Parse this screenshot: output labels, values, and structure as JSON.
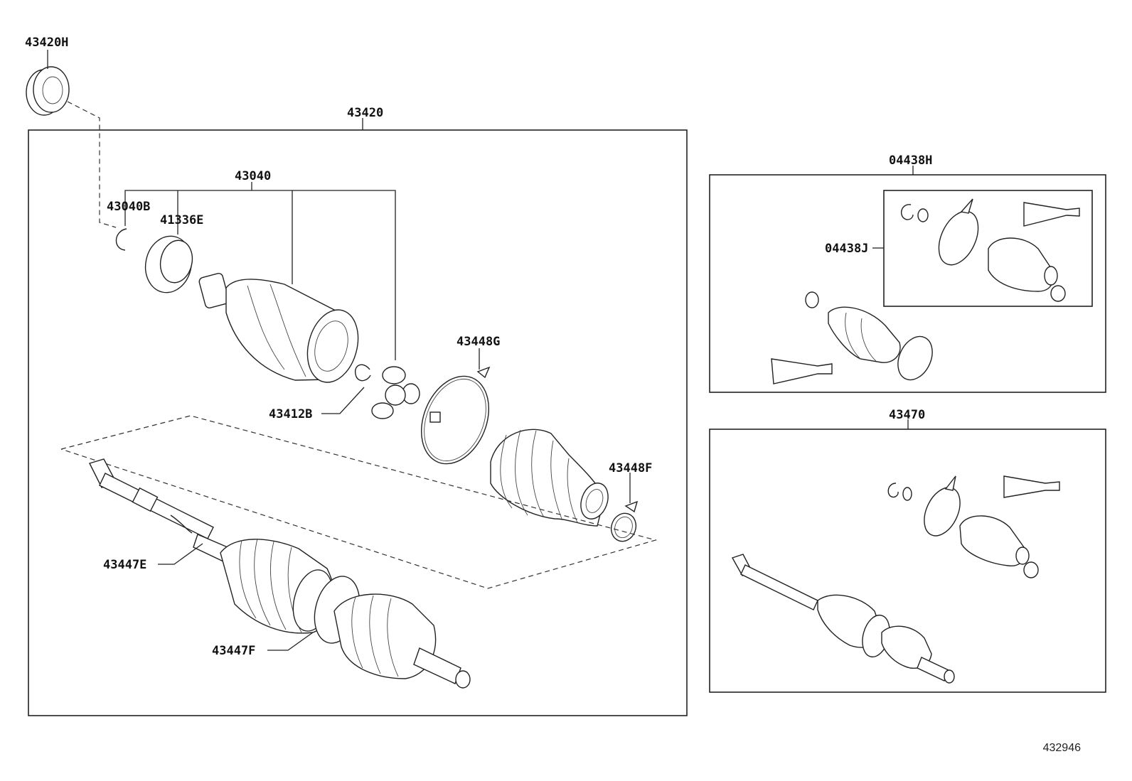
{
  "diagram": {
    "id": "432946",
    "callouts": {
      "c43420H": "43420H",
      "c43420": "43420",
      "c43040": "43040",
      "c43040B": "43040B",
      "c41336E": "41336E",
      "c43412B": "43412B",
      "c43448G": "43448G",
      "c43448F": "43448F",
      "c43447E": "43447E",
      "c43447F": "43447F",
      "c04438H": "04438H",
      "c04438J": "04438J",
      "c43470": "43470"
    }
  }
}
